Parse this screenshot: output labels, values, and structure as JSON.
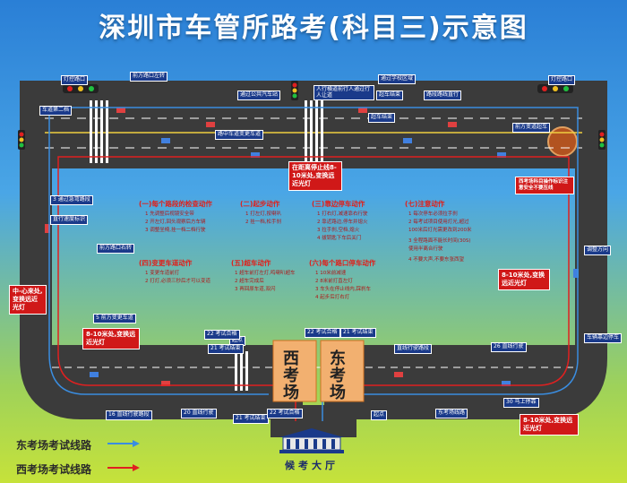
{
  "title": "深圳市车管所路考(科目三)示意图",
  "colors": {
    "road": "#3b3b3b",
    "east_route": "#3a8de0",
    "west_route": "#e02020",
    "title": "#ffffff",
    "section_text": "#e0201a"
  },
  "top_labels": {
    "front_intersection_left": "前方路口左转",
    "pass_bus_stop": "通过公共汽车站",
    "crosswalk_yield": "人行横道前行人通过行人让道",
    "pass_school": "通过学校区域",
    "overtake_1": "超车结束",
    "go_straight": "路段路线直行",
    "traffic_light": "灯控路口",
    "traffic_light_right": "灯控路口",
    "overtake_2": "超车结束",
    "east_car": "车道第二档",
    "lane_change": "路中车道变更车道",
    "side_change": "前方变道超车"
  },
  "left_labels": {
    "front_left_turn": "前方路口右转",
    "straight_speed": "直行速度标识",
    "change_lane": "5 前方变更车道",
    "hazard_1": "3 通过急弯路段",
    "red_warn_left": "中-心来处,变换远近光灯",
    "red_warn_2": "8-10米处,变换远近光灯"
  },
  "right_labels": {
    "red_warn_right": "西考场科目操作标识注意安全不要压线",
    "red_warn_mid": "8-10米处,变换远近光灯",
    "red_warn_bottom": "8-10米处,变换远近光灯",
    "side_1": "26 直线行驶",
    "side_2": "30 马上停靠",
    "side_3": "调整方向",
    "side_4": "车辆靠边停车"
  },
  "bottom_labels": {
    "lane_change_west": "16 直线行驶路段",
    "area_1": "20 直线行驶",
    "area_2": "21 考试结束",
    "east_entry": "22 考试合格",
    "east_car": "21 考试结束",
    "east_start": "22 考试合格",
    "west_count": "起点",
    "east_count": "起点",
    "school_east": "东考场线路",
    "mid_label": "22 考试合格",
    "mid_label_2": "21 考试结束",
    "mid_label_3": "直线行驶路段"
  },
  "center_red_box": "在距离停止线8-10米处,变换远近光灯",
  "sections": [
    {
      "title": "(一)每个路段的检查动作",
      "items": [
        "1 先调整后视镜安全带",
        "2 开左灯,回头观察后方车辆",
        "3 调整坐椅,挂一档二档行驶"
      ]
    },
    {
      "title": "(二)起步动作",
      "items": [
        "1 打左灯,按喇叭",
        "2 挂一档,松手刹"
      ]
    },
    {
      "title": "(三)靠边停车动作",
      "items": [
        "1 打右灯,减速靠右行驶",
        "2 靠近路边,停车并熄火",
        "3 拉手刹,空档,熄火",
        "4 拔钥匙下车后关门"
      ]
    },
    {
      "title": "(七)注意动作",
      "items": [
        "1 每次停车必须拉手刹",
        "2 每考试项目使用灯光,超过",
        "  100米后灯光需更改到200米",
        "3 全程路面不能长时间(30S)",
        "  使用半离合行驶",
        "4 不要大声,不要东张西望"
      ]
    },
    {
      "title": "(四)变更车道动作",
      "items": [
        "1 变更车道前打",
        "2 打灯,必须三秒后才可以变道"
      ]
    },
    {
      "title": "(五)超车动作",
      "items": [
        "1 超车前打左灯,鸣喇叭超车",
        "2 超车完成后",
        "3 再回原车道,双闪"
      ]
    },
    {
      "title": "(六)每个路口停车动作",
      "items": [
        "1 10米前减速",
        "2 8米前打直左灯",
        "3 车头在停止线内,踩刹车",
        "4 起步后打右灯"
      ]
    }
  ],
  "areas": {
    "west": "西考场",
    "east": "东考场",
    "hall": "候考大厅"
  },
  "legend": {
    "east": "东考场考试线路",
    "west": "西考场考试线路"
  }
}
